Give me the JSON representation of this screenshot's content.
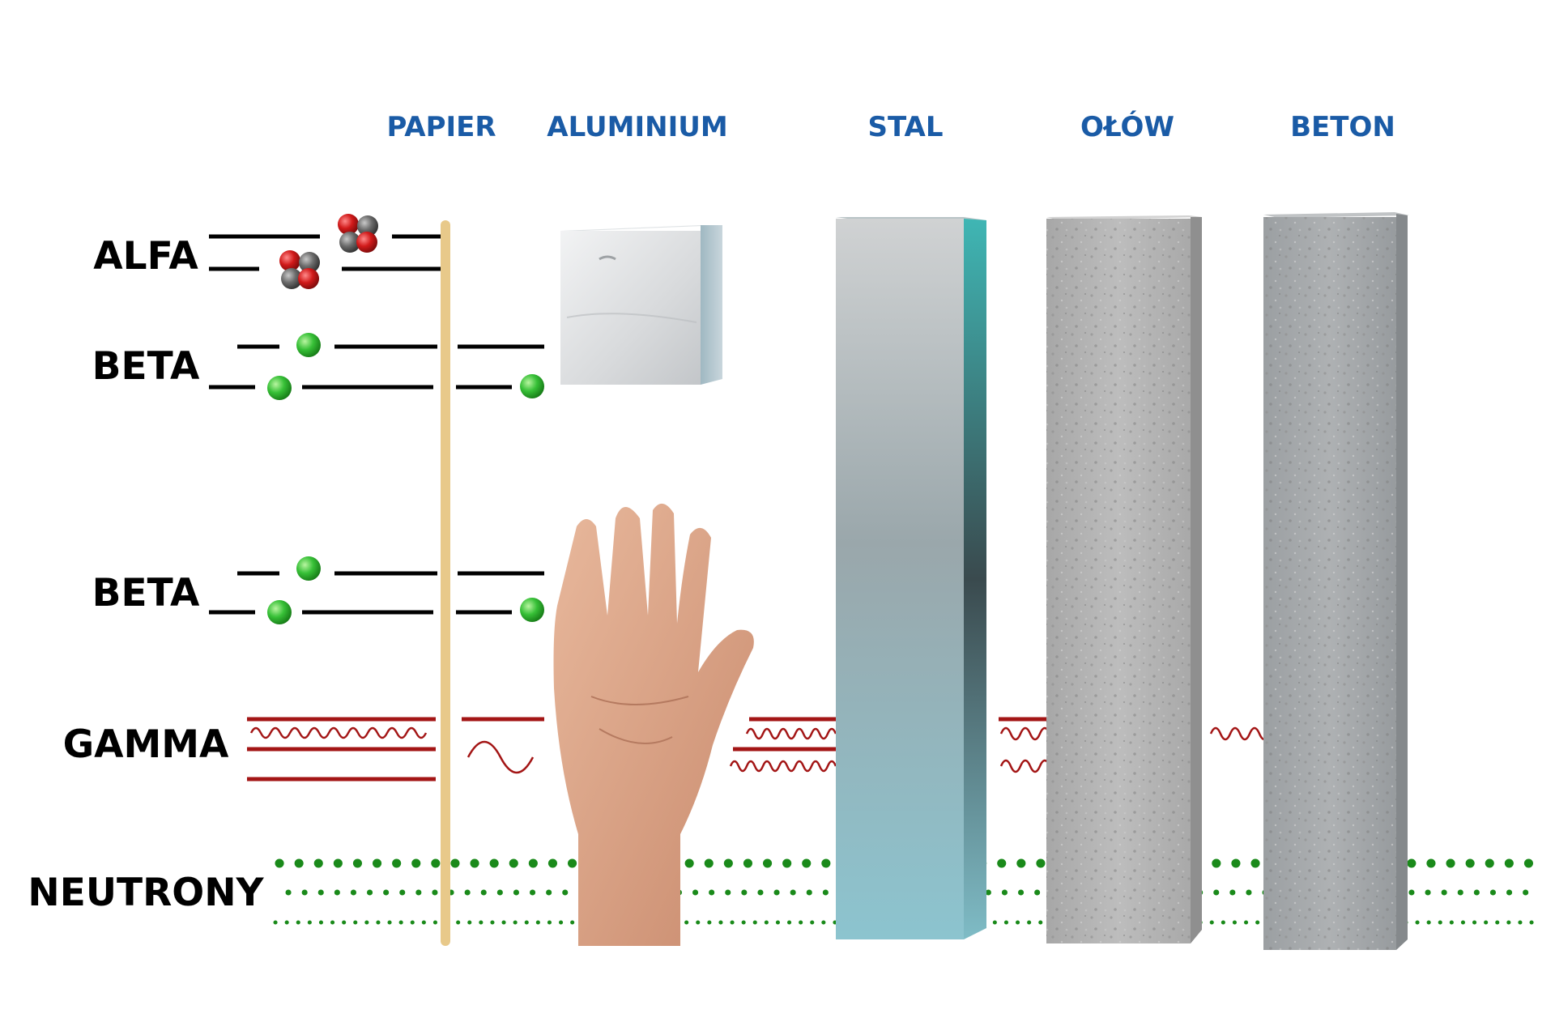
{
  "materials": {
    "paper": "PAPIER",
    "aluminium": "ALUMINIUM",
    "steel": "STAL",
    "lead": "OŁÓW",
    "concrete": "BETON"
  },
  "radiation": {
    "alpha": "ALFA",
    "beta_upper": "BETA",
    "beta_lower": "BETA",
    "gamma": "GAMMA",
    "neutrons": "NEUTRONY"
  },
  "colors": {
    "material_label": "#1a5ba6",
    "radiation_label": "#000000",
    "paper_sheet": "#e8c98a",
    "beta_particle": "#2db52d",
    "alpha_proton": "#d11a1a",
    "alpha_neutron": "#6b6b6b",
    "gamma_wave": "#a31515",
    "neutron_dots": "#1a8a1a",
    "steel_face": "#8fc3cc",
    "lead_face": "#b7b7b7",
    "concrete_face": "#a3a6a8"
  },
  "icons": {
    "alpha": "alpha-particle-icon",
    "beta": "beta-particle-icon",
    "hand": "hand-icon"
  }
}
